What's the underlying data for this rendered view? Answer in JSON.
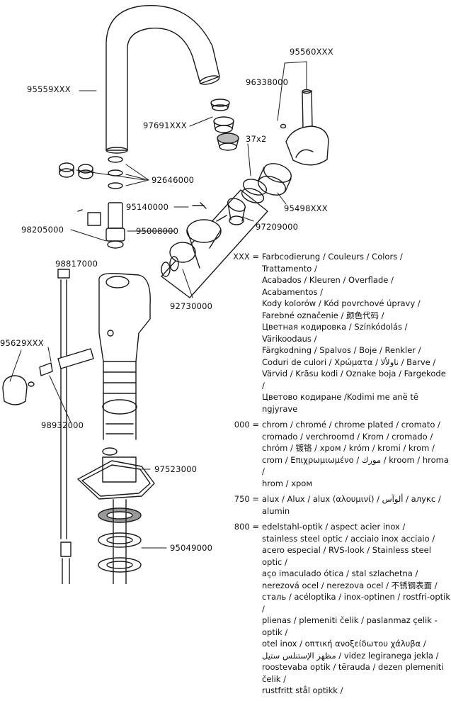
{
  "part_numbers": [
    "95559XXX",
    "95560XXX",
    "96338000",
    "97691XXX",
    "37x2",
    "92646000",
    "95140000",
    "95498XXX",
    "97209000",
    "98205000",
    "95008000",
    "98817000",
    "92730000",
    "95629XXX",
    "98932000",
    "97523000",
    "95049000"
  ],
  "legend": [
    {
      "key": "XXX =",
      "text": "Farbcodierung / Couleurs / Colors / Trattamento /\nAcabados / Kleuren / Overflade / Acabamentos /\nKody kolorów / Kód povrchové úpravy /\nFarebné označenie / 颜色代码 /\nЦветная кодировка / Színkódolás / Värikoodaus /\nFärgkodning / Spalvos / Boje / Renkler /\nCoduri de culori / Χρώματα / ناولألا / Barve /\nVärvid / Krāsu kodi / Oznake boja / Fargekode /\nЦветово кодиране /Kodimi me anë të ngjyrave"
    },
    {
      "key": "000 =",
      "text": "chrom / chromé / chrome plated / cromato /\ncromado / verchroomd / Krom / cromado /\nchróm / 镀铬 / хром / króm / kromi / krom /\ncrom / Επιχρωμιωμένο / مورك / kroom / hroma /\nhrom / хром"
    },
    {
      "key": "750 =",
      "text": "alux / Alux / alux (αλουμινί) / ألوآس / алукс /\nalumin"
    },
    {
      "key": "800 =",
      "text": "edelstahl-optik / aspect acier inox /\nstainless steel optic / acciaio inox acciaio /\nacero especial / RVS-look / Stainless steel optic /\naço imaculado ótica / stal szlachetna /\nnerezová ocel / nerezova ocel / 不锈钢表面 /\nсталь / acéloptika / inox-optinen / rostfri-optik /\nplienas / plemeniti čelik / paslanmaz çelik  - optik /\notel inox / οπτική ανοξείδωτου χάλυβα /\nمظهر الإستنلس ستيل / videz legiranega jekla /\nroostevaba optik / tērauda / dezen plemeniti čelik /\nrustfritt stål optikk /"
    }
  ]
}
